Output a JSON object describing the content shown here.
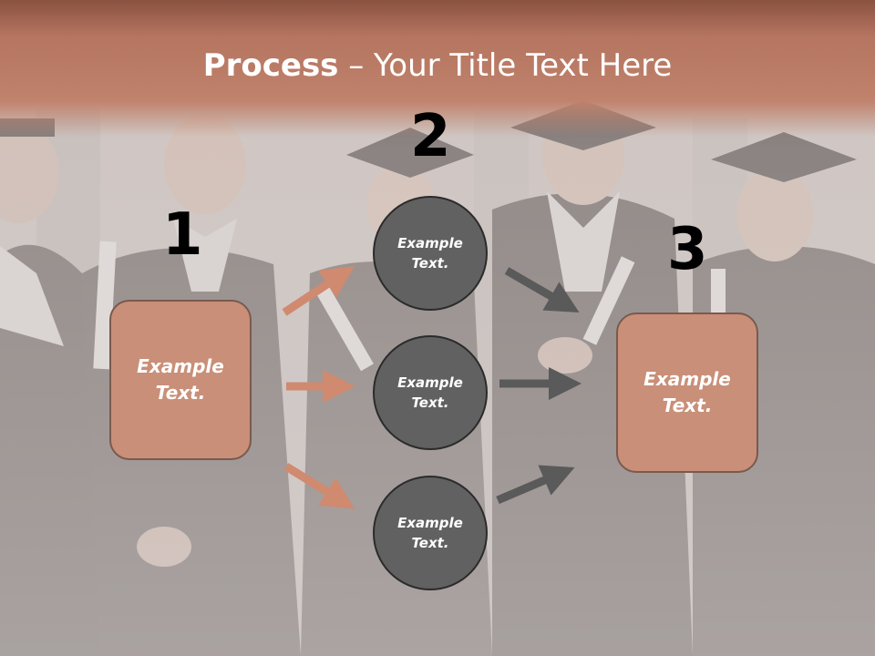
{
  "title": {
    "bold": "Process",
    "rest": " – Your Title Text Here"
  },
  "steps": {
    "step1_number": "1",
    "step2_number": "2",
    "step3_number": "3"
  },
  "boxes": {
    "left": {
      "line1": "Example",
      "line2": "Text."
    },
    "right": {
      "line1": "Example",
      "line2": "Text."
    }
  },
  "circles": [
    {
      "line1": "Example",
      "line2": "Text."
    },
    {
      "line1": "Example",
      "line2": "Text."
    },
    {
      "line1": "Example",
      "line2": "Text."
    }
  ],
  "colors": {
    "title_band": "#b57560",
    "box_fill": "#c98f78",
    "circle_fill": "#616161",
    "arrow_left": "#cf8a70",
    "arrow_right": "#5a5a5a"
  }
}
